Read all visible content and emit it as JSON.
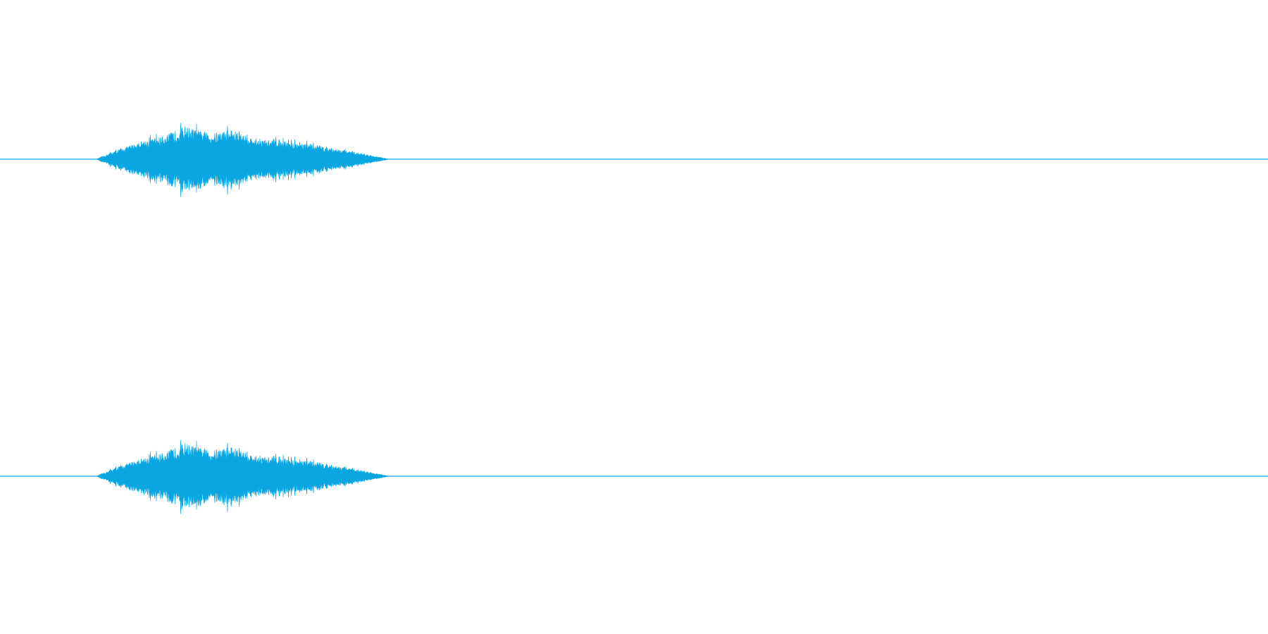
{
  "colors": {
    "background": "#ffffff",
    "waveform": "#0aa6e2"
  },
  "waveform": {
    "channel_count": 2,
    "channels_identical": true,
    "duration_fraction_visible": 1.0,
    "sound_start_fraction": 0.076,
    "sound_peak_fraction": 0.146,
    "sound_end_fraction": 0.307,
    "peak_amplitude": 0.42,
    "envelope": [
      {
        "t": 0.076,
        "a": 0.0
      },
      {
        "t": 0.09,
        "a": 0.1
      },
      {
        "t": 0.11,
        "a": 0.22
      },
      {
        "t": 0.13,
        "a": 0.3
      },
      {
        "t": 0.146,
        "a": 0.42
      },
      {
        "t": 0.165,
        "a": 0.32
      },
      {
        "t": 0.182,
        "a": 0.38
      },
      {
        "t": 0.2,
        "a": 0.26
      },
      {
        "t": 0.225,
        "a": 0.22
      },
      {
        "t": 0.25,
        "a": 0.18
      },
      {
        "t": 0.275,
        "a": 0.1
      },
      {
        "t": 0.295,
        "a": 0.04
      },
      {
        "t": 0.307,
        "a": 0.0
      }
    ]
  }
}
